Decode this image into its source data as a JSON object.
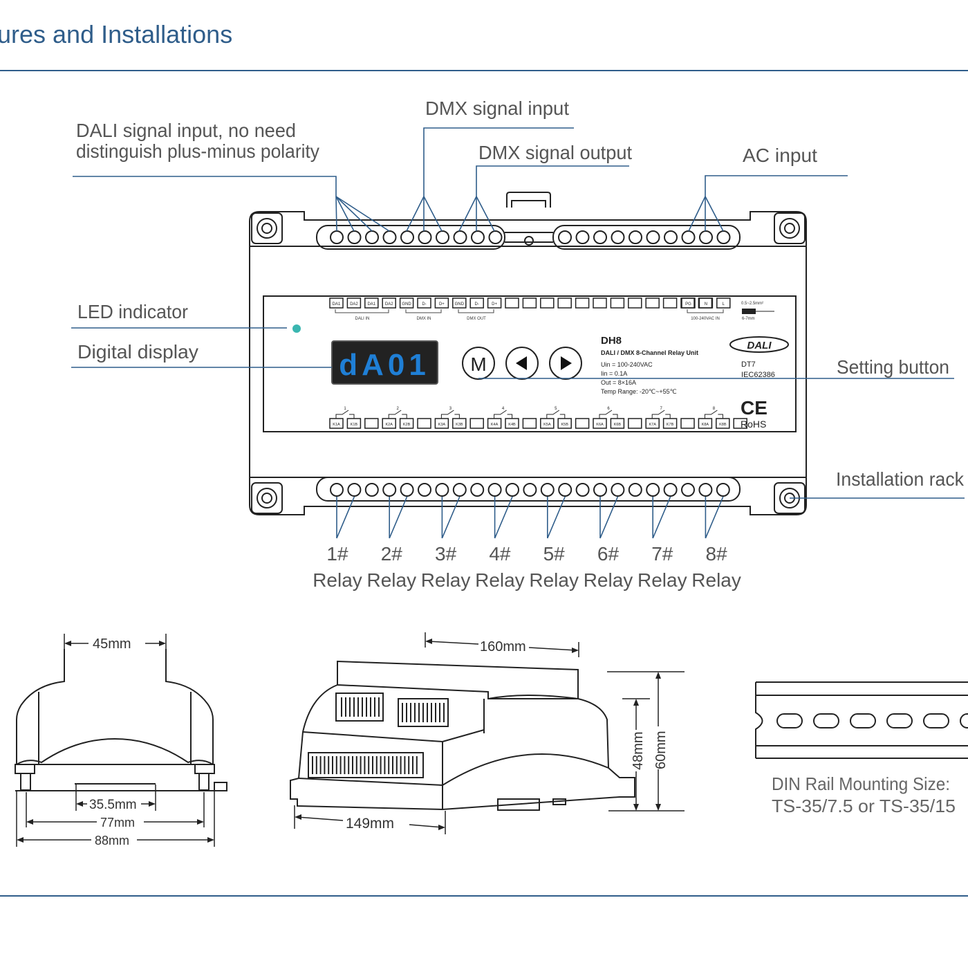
{
  "header": {
    "title": "ures and Installations",
    "accent_color": "#2f5d8a"
  },
  "callouts": {
    "dali_input_line1": "DALI signal input, no need",
    "dali_input_line2": "distinguish plus-minus polarity",
    "dmx_input": "DMX signal input",
    "dmx_output": "DMX signal output",
    "ac_input": "AC input",
    "led_indicator": "LED indicator",
    "digital_display": "Digital display",
    "setting_button": "Setting button",
    "installation_rack": "Installation rack"
  },
  "device": {
    "display_text": "dA01",
    "display_color": "#1f7fd6",
    "led_color": "#3ab6b0",
    "button_m": "M",
    "model": "DH8",
    "product_name": "DALI / DMX 8-Channel Relay Unit",
    "spec_uin": "Uin  = 100-240VAC",
    "spec_iin": "Iin   = 0.1A",
    "spec_out": "Out = 8×16A",
    "spec_temp": "Temp Range: -20℃~+55℃",
    "dali_logo": "DALI",
    "dt7": "DT7",
    "iec": "IEC62386",
    "ce": "CE",
    "rohs": "RoHS",
    "group_dali_in": "DALI IN",
    "group_dmx_in": "DMX IN",
    "group_dmx_out": "DMX OUT",
    "group_ac_in": "100-240VAC IN",
    "wire_spec": "0.5~2.5mm²",
    "strip_len": "6-7mm",
    "top_terminals": [
      "DA1",
      "DA2",
      "DA1",
      "DA2",
      "GND",
      "D-",
      "D+",
      "GND",
      "D-",
      "D+"
    ],
    "ac_terminals": [
      "PG",
      "N",
      "L"
    ],
    "relay_numbers": [
      "1",
      "2",
      "3",
      "4",
      "5",
      "6",
      "7",
      "8"
    ],
    "relay_terminals": [
      "K1A",
      "K1B",
      "K2A",
      "K2B",
      "K3A",
      "K3B",
      "K4A",
      "K4B",
      "K5A",
      "K5B",
      "K6A",
      "K6B",
      "K7A",
      "K7B",
      "K8A",
      "K8B"
    ]
  },
  "relays": {
    "numbers": [
      "1#",
      "2#",
      "3#",
      "4#",
      "5#",
      "6#",
      "7#",
      "8#"
    ],
    "word": "Relay"
  },
  "dimensions": {
    "width_45": "45mm",
    "width_35_5": "35.5mm",
    "width_77": "77mm",
    "width_88": "88mm",
    "length_160": "160mm",
    "length_149": "149mm",
    "height_48": "48mm",
    "height_60": "60mm",
    "din_line1": "DIN Rail Mounting Size:",
    "din_line2": "TS-35/7.5 or TS-35/15"
  }
}
